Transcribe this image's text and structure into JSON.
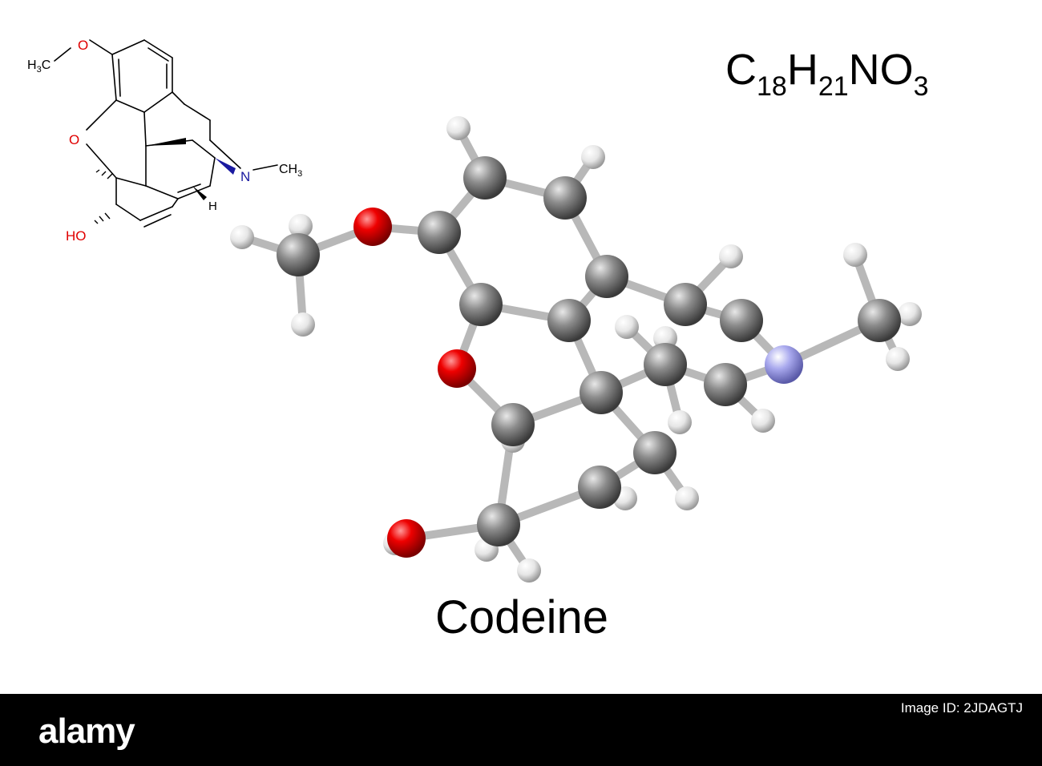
{
  "formula": {
    "parts": [
      {
        "t": "C",
        "sub": "18"
      },
      {
        "t": "H",
        "sub": "21"
      },
      {
        "t": "N",
        "sub": ""
      },
      {
        "t": "O",
        "sub": "3"
      }
    ]
  },
  "name": "Codeine",
  "skeletal": {
    "h3c": "H",
    "h3c_sub": "3",
    "h3c_c": "C",
    "o_top": "O",
    "o_ring": "O",
    "ho": "HO",
    "n": "N",
    "ch3": "CH",
    "ch3_sub": "3",
    "h": "H"
  },
  "colors": {
    "oxygen": "#e00000",
    "nitrogen": "#9a9ae8",
    "carbon": "#7d7d7d",
    "hydrogen": "#f2f2f2",
    "bond": "#b8b8b8",
    "text": "#000000",
    "footer_bg": "#000000"
  },
  "footer": {
    "brand": "alamy",
    "image_id": "Image ID: 2JDAGTJ"
  }
}
